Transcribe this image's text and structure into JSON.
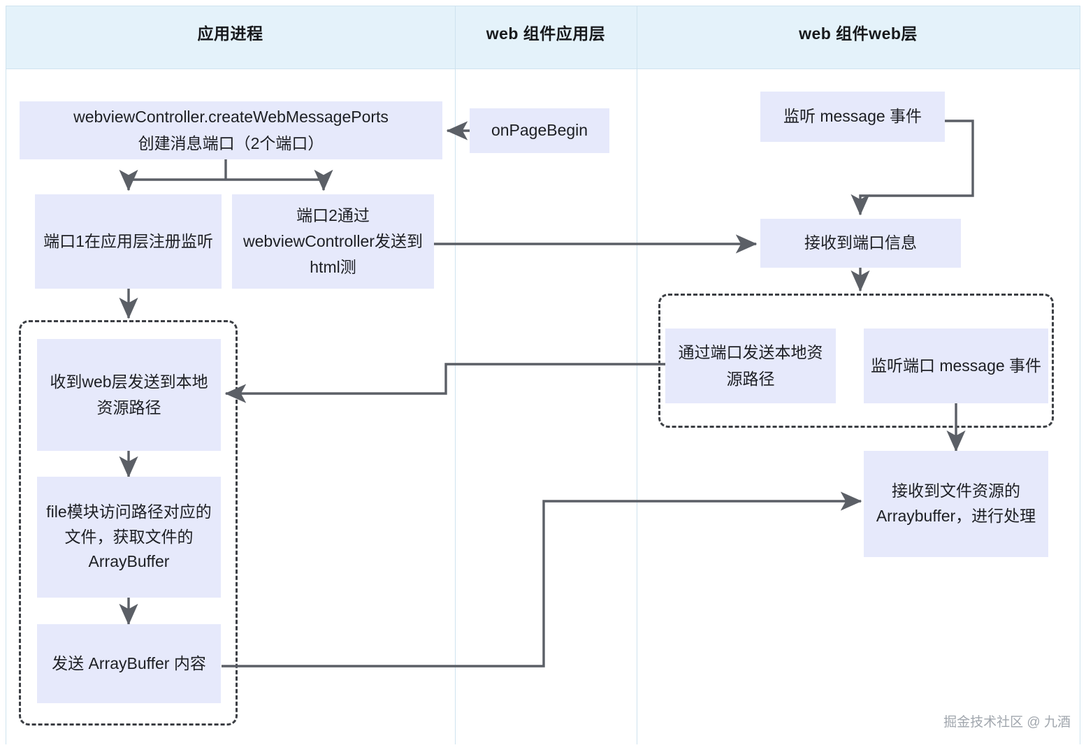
{
  "diagram": {
    "title_lanes": [
      {
        "id": "lane-app-process",
        "label": "应用进程"
      },
      {
        "id": "lane-web-app-layer",
        "label": "web 组件应用层"
      },
      {
        "id": "lane-web-web-layer",
        "label": "web 组件web层"
      }
    ],
    "colors": {
      "lane_header_bg": "#e4f2fa",
      "lane_border": "#cfe3ef",
      "node_bg": "#e6e9fb",
      "node_text": "#1d1f24",
      "connector": "#5b5f66",
      "dashed_border": "#3c3f44",
      "watermark_text": "#9aa0a8",
      "page_bg": "#ffffff"
    },
    "nodes": {
      "create_ports": {
        "line1": "webviewController.createWebMessagePorts",
        "line2": "创建消息端口（2个端口）"
      },
      "on_page_begin": {
        "label": "onPageBegin"
      },
      "port1_register": {
        "label": "端口1在应用层注册监听"
      },
      "port2_send": {
        "label": "端口2通过webviewController发送到html测"
      },
      "recv_local_path": {
        "label": "收到web层发送到本地资源路径"
      },
      "file_module_read": {
        "label": "file模块访问路径对应的文件，获取文件的ArrayBuffer"
      },
      "send_arraybuffer": {
        "label": "发送 ArrayBuffer 内容"
      },
      "listen_message_event": {
        "label": "监听 message 事件"
      },
      "recv_port_info": {
        "label": "接收到端口信息"
      },
      "send_local_path_via_port": {
        "label": "通过端口发送本地资源路径"
      },
      "listen_port_message": {
        "label": "监听端口 message 事件"
      },
      "recv_arraybuffer": {
        "label": "接收到文件资源的Arraybuffer，进行处理"
      }
    },
    "groups": {
      "app_dashed_group": {
        "label": ""
      },
      "web_dashed_group": {
        "label": ""
      }
    },
    "watermark": {
      "text": "掘金技术社区 @ 九酒"
    }
  }
}
